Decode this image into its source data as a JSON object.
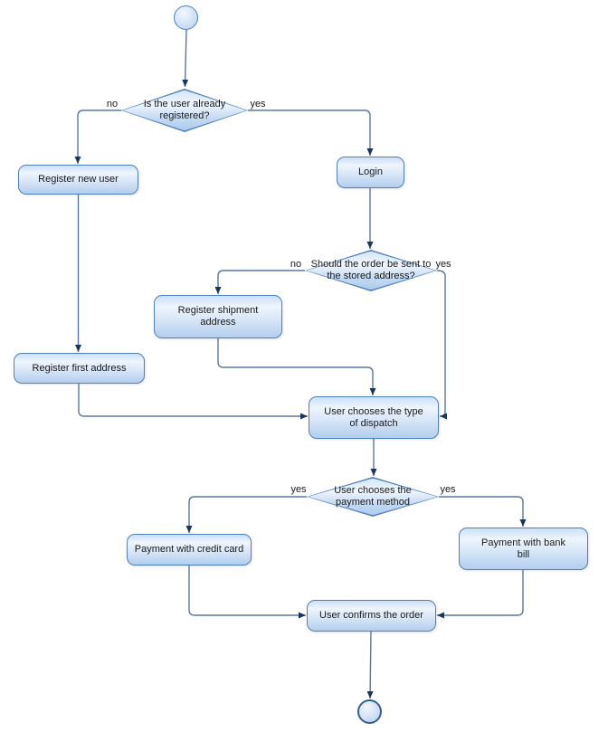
{
  "diagram": {
    "kind": "uml-activity-flowchart",
    "background": "#ffffff"
  },
  "colors": {
    "shape_border": "#4f81bd",
    "shape_fill_top": "#cbdff6",
    "shape_fill_highlight": "#eef5fd",
    "shape_fill_bottom": "#b3ceed",
    "connector": "#5878a0",
    "arrowhead": "#17375e",
    "end_node_border": "#365f91",
    "text": "#1a1a1a"
  },
  "actions": {
    "register_new_user": "Register new user",
    "login": "Login",
    "register_shipment_address": "Register shipment address",
    "register_first_address": "Register first address",
    "user_chooses_dispatch": "User chooses the type of dispatch",
    "payment_credit_card": "Payment with credit card",
    "payment_bank_bill": "Payment with bank bill",
    "user_confirms_order": "User confirms the order"
  },
  "decisions": {
    "registered": {
      "label": "Is the user already registered?",
      "left": "no",
      "right": "yes"
    },
    "stored_address": {
      "label": "Should the order be sent to the stored address?",
      "left": "no",
      "right": "yes"
    },
    "payment_method": {
      "label": "User chooses the payment method",
      "left": "yes",
      "right": "yes"
    }
  }
}
